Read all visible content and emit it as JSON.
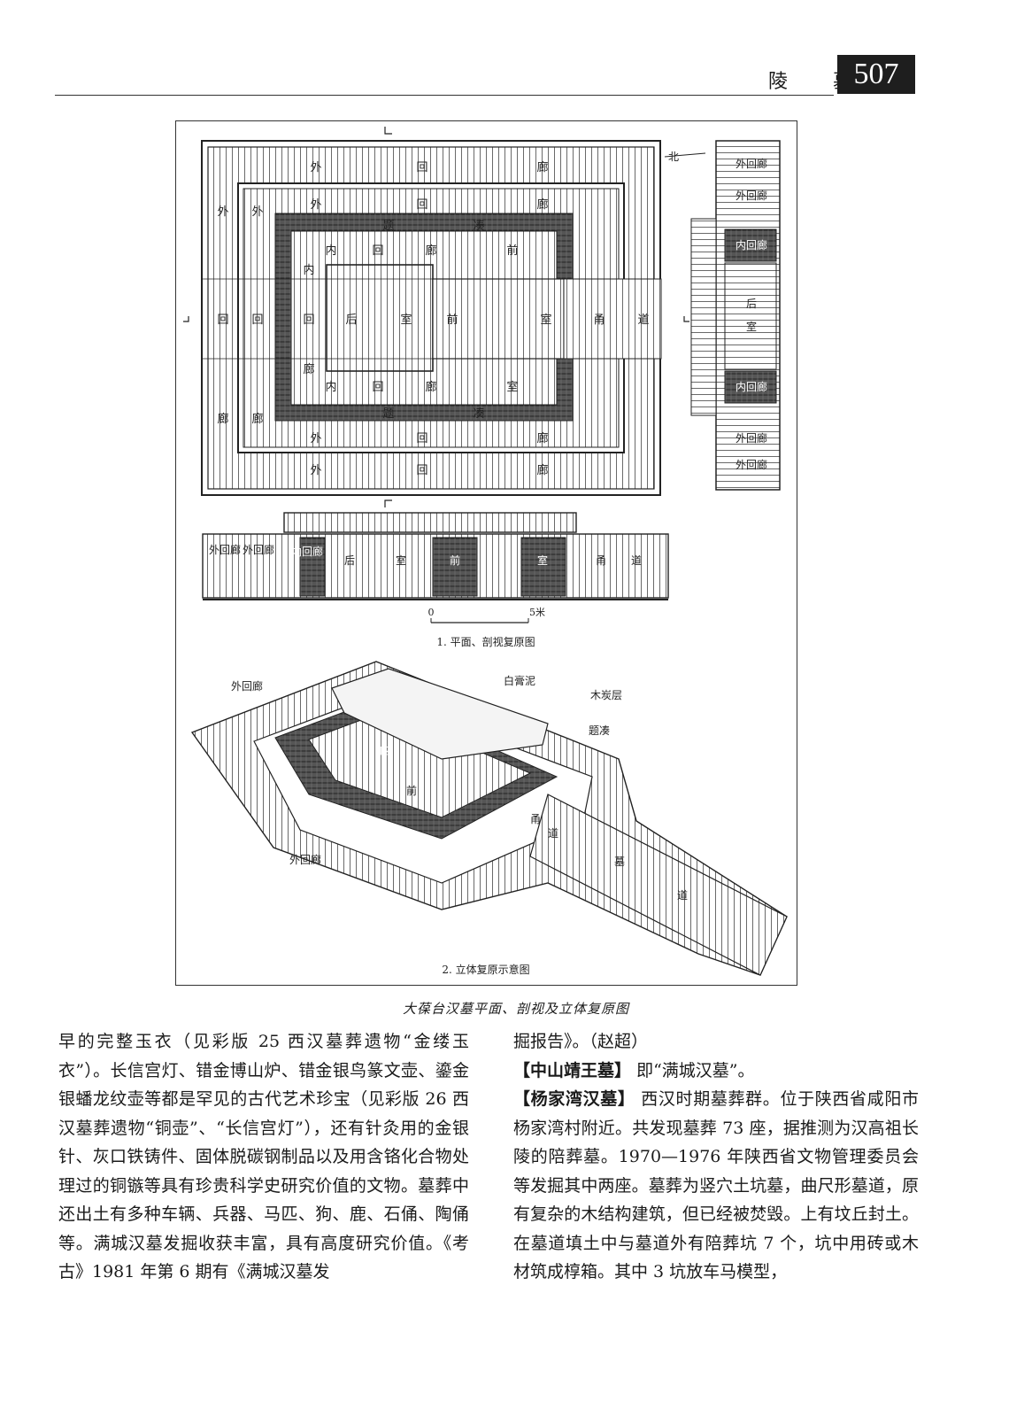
{
  "header": {
    "section_title": "陵 墓",
    "page_number": "507"
  },
  "figure": {
    "caption": "大葆台汉墓平面、剖视及立体复原图",
    "plan": {
      "north_label": "北",
      "outer_corridor_chars": [
        "外",
        "回",
        "廊"
      ],
      "inner_corridor_chars": [
        "内",
        "回",
        "廊"
      ],
      "ticou_chars": [
        "题",
        "凑"
      ],
      "rear_chamber_chars": [
        "后",
        "室"
      ],
      "front_chamber_chars": [
        "前",
        "室"
      ],
      "passage_chars": [
        "甬",
        "道"
      ],
      "side_outer": "外回廊",
      "side_inner": "内回廊",
      "side_rear": [
        "后",
        "室"
      ]
    },
    "section": {
      "labels": [
        "外回廊",
        "外回廊",
        "内回廊",
        "后",
        "室",
        "前",
        "室",
        "甬",
        "道"
      ]
    },
    "scale": {
      "start": "0",
      "end": "5米"
    },
    "sub1_caption": "1. 平面、剖视复原图",
    "iso": {
      "label_outer_top": "外回廊",
      "label_plaster": "白膏泥",
      "label_charcoal": "木炭层",
      "label_ticou": "题凑",
      "label_outer_bottom": "外回廊",
      "label_inner": "内",
      "label_front": "前",
      "label_passage1": "甬",
      "label_passage2": "道",
      "label_tomb1": "墓",
      "label_tomb2": "道"
    },
    "sub2_caption": "2. 立体复原示意图"
  },
  "left_column": "早的完整玉衣（见彩版 25 西汉墓葬遗物“金缕玉衣”）。长信宫灯、错金博山炉、错金银鸟篆文壶、鎏金银蟠龙纹壶等都是罕见的古代艺术珍宝（见彩版 26 西汉墓葬遗物“铜壶”、“长信宫灯”），还有针灸用的金银针、灰口铁铸件、固体脱碳钢制品以及用含铬化合物处理过的铜镞等具有珍贵科学史研究价值的文物。墓葬中还出土有多种车辆、兵器、马匹、狗、鹿、石俑、陶俑等。满城汉墓发掘收获丰富，具有高度研究价值。《考古》1981 年第 6 期有《满城汉墓发",
  "right_column": {
    "continuation": "掘报告》。（赵超）",
    "entry1_term": "【中山靖王墓】",
    "entry1_text": "即“满城汉墓”。",
    "entry2_term": "【杨家湾汉墓】",
    "entry2_text": "西汉时期墓葬群。位于陕西省咸阳市杨家湾村附近。共发现墓葬 73 座，据推测为汉高祖长陵的陪葬墓。1970—1976 年陕西省文物管理委员会等发掘其中两座。墓葬为竖穴土坑墓，曲尺形墓道，原有复杂的木结构建筑，但已经被焚毁。上有坟丘封土。在墓道填土中与墓道外有陪葬坑 7 个，坑中用砖或木材筑成椁箱。其中 3 坑放车马模型，"
  }
}
